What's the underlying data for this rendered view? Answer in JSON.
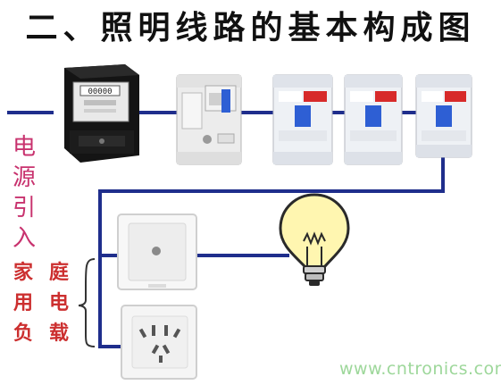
{
  "title": "二、照明线路的基本构成图",
  "source_label": [
    "电",
    "源",
    "引",
    "入"
  ],
  "load_label": [
    "家",
    "庭",
    "用",
    "电",
    "负",
    "载"
  ],
  "meter_readout": "00000",
  "watermark": "www.cntronics.com",
  "colors": {
    "wire": "#1f2e8c",
    "source_label": "#c8326e",
    "load_label": "#cc2f2f",
    "breaker_handle": "#2e5fd4",
    "bulb": "#fff6b0"
  }
}
